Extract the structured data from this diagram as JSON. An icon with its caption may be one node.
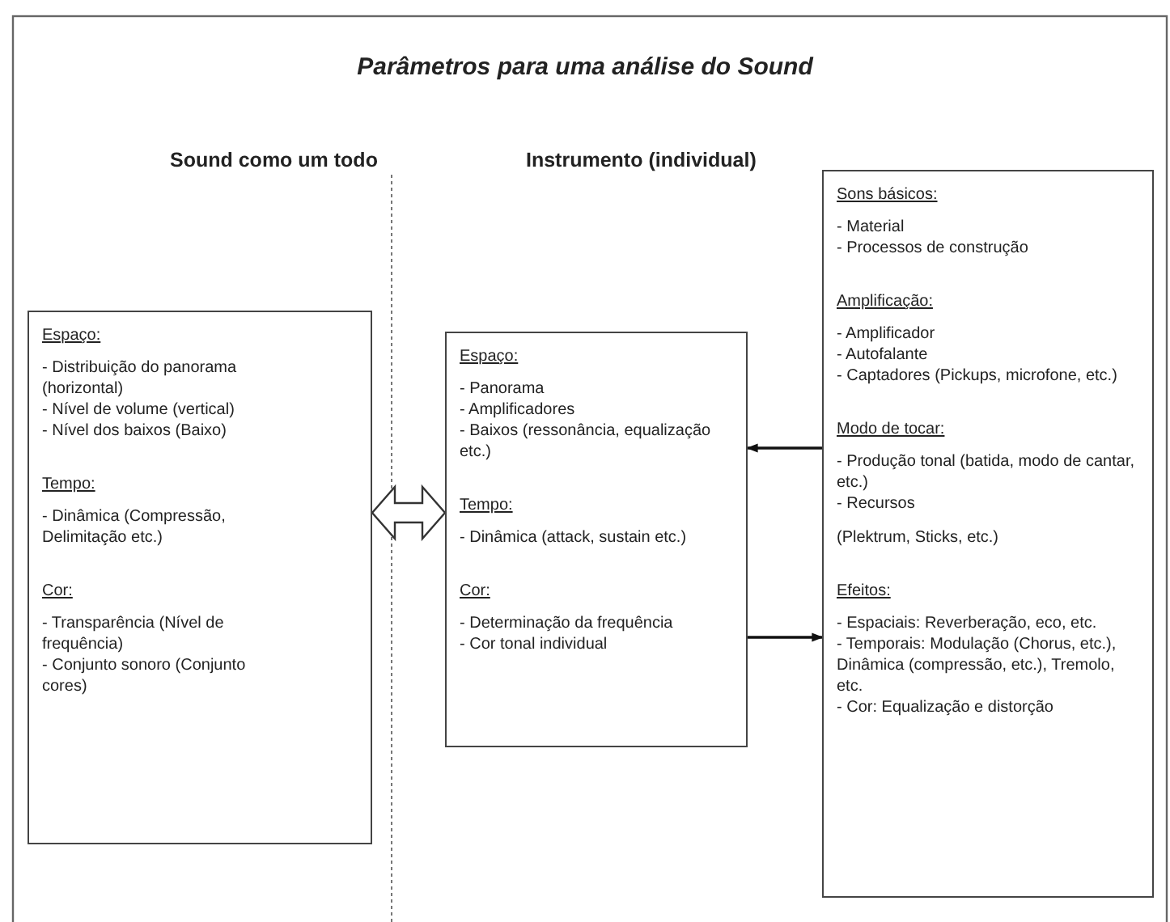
{
  "diagram": {
    "title": "Parâmetros para uma análise do Sound",
    "nodes": [
      {
        "text": [
          "Espaço:",
          "- Distribuição do panorama (horizontal)",
          "- Nível de volume (vertical)",
          "- Nível dos baixos (Baixo)",
          "Tempo:",
          "- Dinâmica (Compressão, Delimitação etc.)",
          "Cor:",
          "- Transparência (Nível de frequência)",
          "- Conjunto sonoro (Conjunto cores)"
        ]
      },
      {
        "text": [
          "Espaço:",
          "- Panorama",
          "- Amplificadores",
          "- Baixos (ressonância, equalização etc.)",
          "Tempo:",
          "- Dinâmica (attack, sustain etc.)",
          "Cor:",
          "- Determinação da frequência",
          "- Cor tonal individual"
        ]
      },
      {
        "text": [
          "Sons básicos:",
          "- Material",
          "- Processos de construção",
          "Amplificação:",
          "- Amplificador",
          "- Autofalante",
          "- Captadores (Pickups, microfone, etc.)",
          "Modo de tocar:",
          "- Produção tonal (batida, modo de cantar, etc.)",
          "- Recursos",
          "(Plektrum, Sticks, etc.)",
          "Efeitos:",
          "- Espaciais: Reverberação, eco, etc.",
          "- Temporais: Modulação (Chorus, etc.), Dinâmica (compressão, etc.), Tremolo, etc.",
          "- Cor: Equalização e distorção"
        ]
      }
    ],
    "edges": [
      {
        "from": 0,
        "to": 1,
        "arrow": "both"
      },
      {
        "from": 2,
        "to": 1,
        "arrow": "to"
      },
      {
        "from": 1,
        "to": 2,
        "arrow": "to"
      }
    ],
    "labels": [
      "Sound como um todo",
      "Instrumento (individual)"
    ]
  }
}
